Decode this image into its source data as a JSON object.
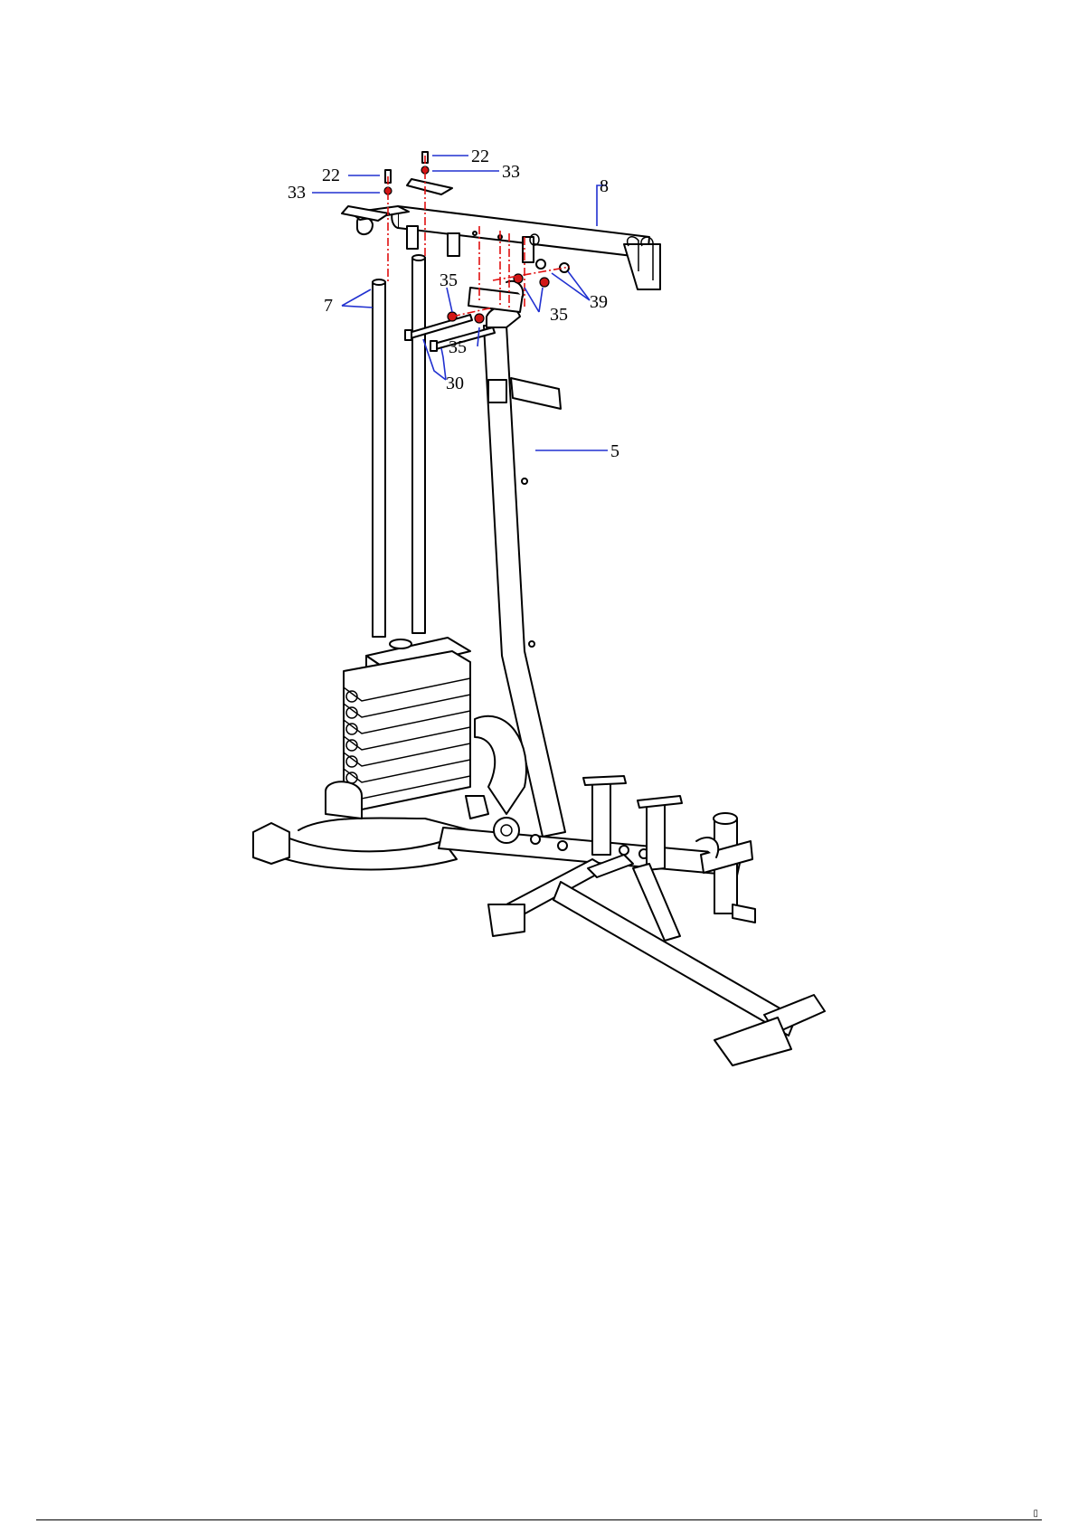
{
  "diagram": {
    "callouts": [
      {
        "id": "c22-top",
        "text": "22"
      },
      {
        "id": "c33-top",
        "text": "33"
      },
      {
        "id": "c22-left",
        "text": "22"
      },
      {
        "id": "c33-left",
        "text": "33"
      },
      {
        "id": "c8",
        "text": "8"
      },
      {
        "id": "c7",
        "text": "7"
      },
      {
        "id": "c35-a",
        "text": "35"
      },
      {
        "id": "c35-b",
        "text": "35"
      },
      {
        "id": "c35-c",
        "text": "35"
      },
      {
        "id": "c39",
        "text": "39"
      },
      {
        "id": "c30",
        "text": "30"
      },
      {
        "id": "c5",
        "text": "5"
      }
    ],
    "colors": {
      "leader": "#2030d0",
      "axis": "#e01010",
      "line": "#000000"
    }
  },
  "footer": {
    "corner_mark": "▯"
  }
}
